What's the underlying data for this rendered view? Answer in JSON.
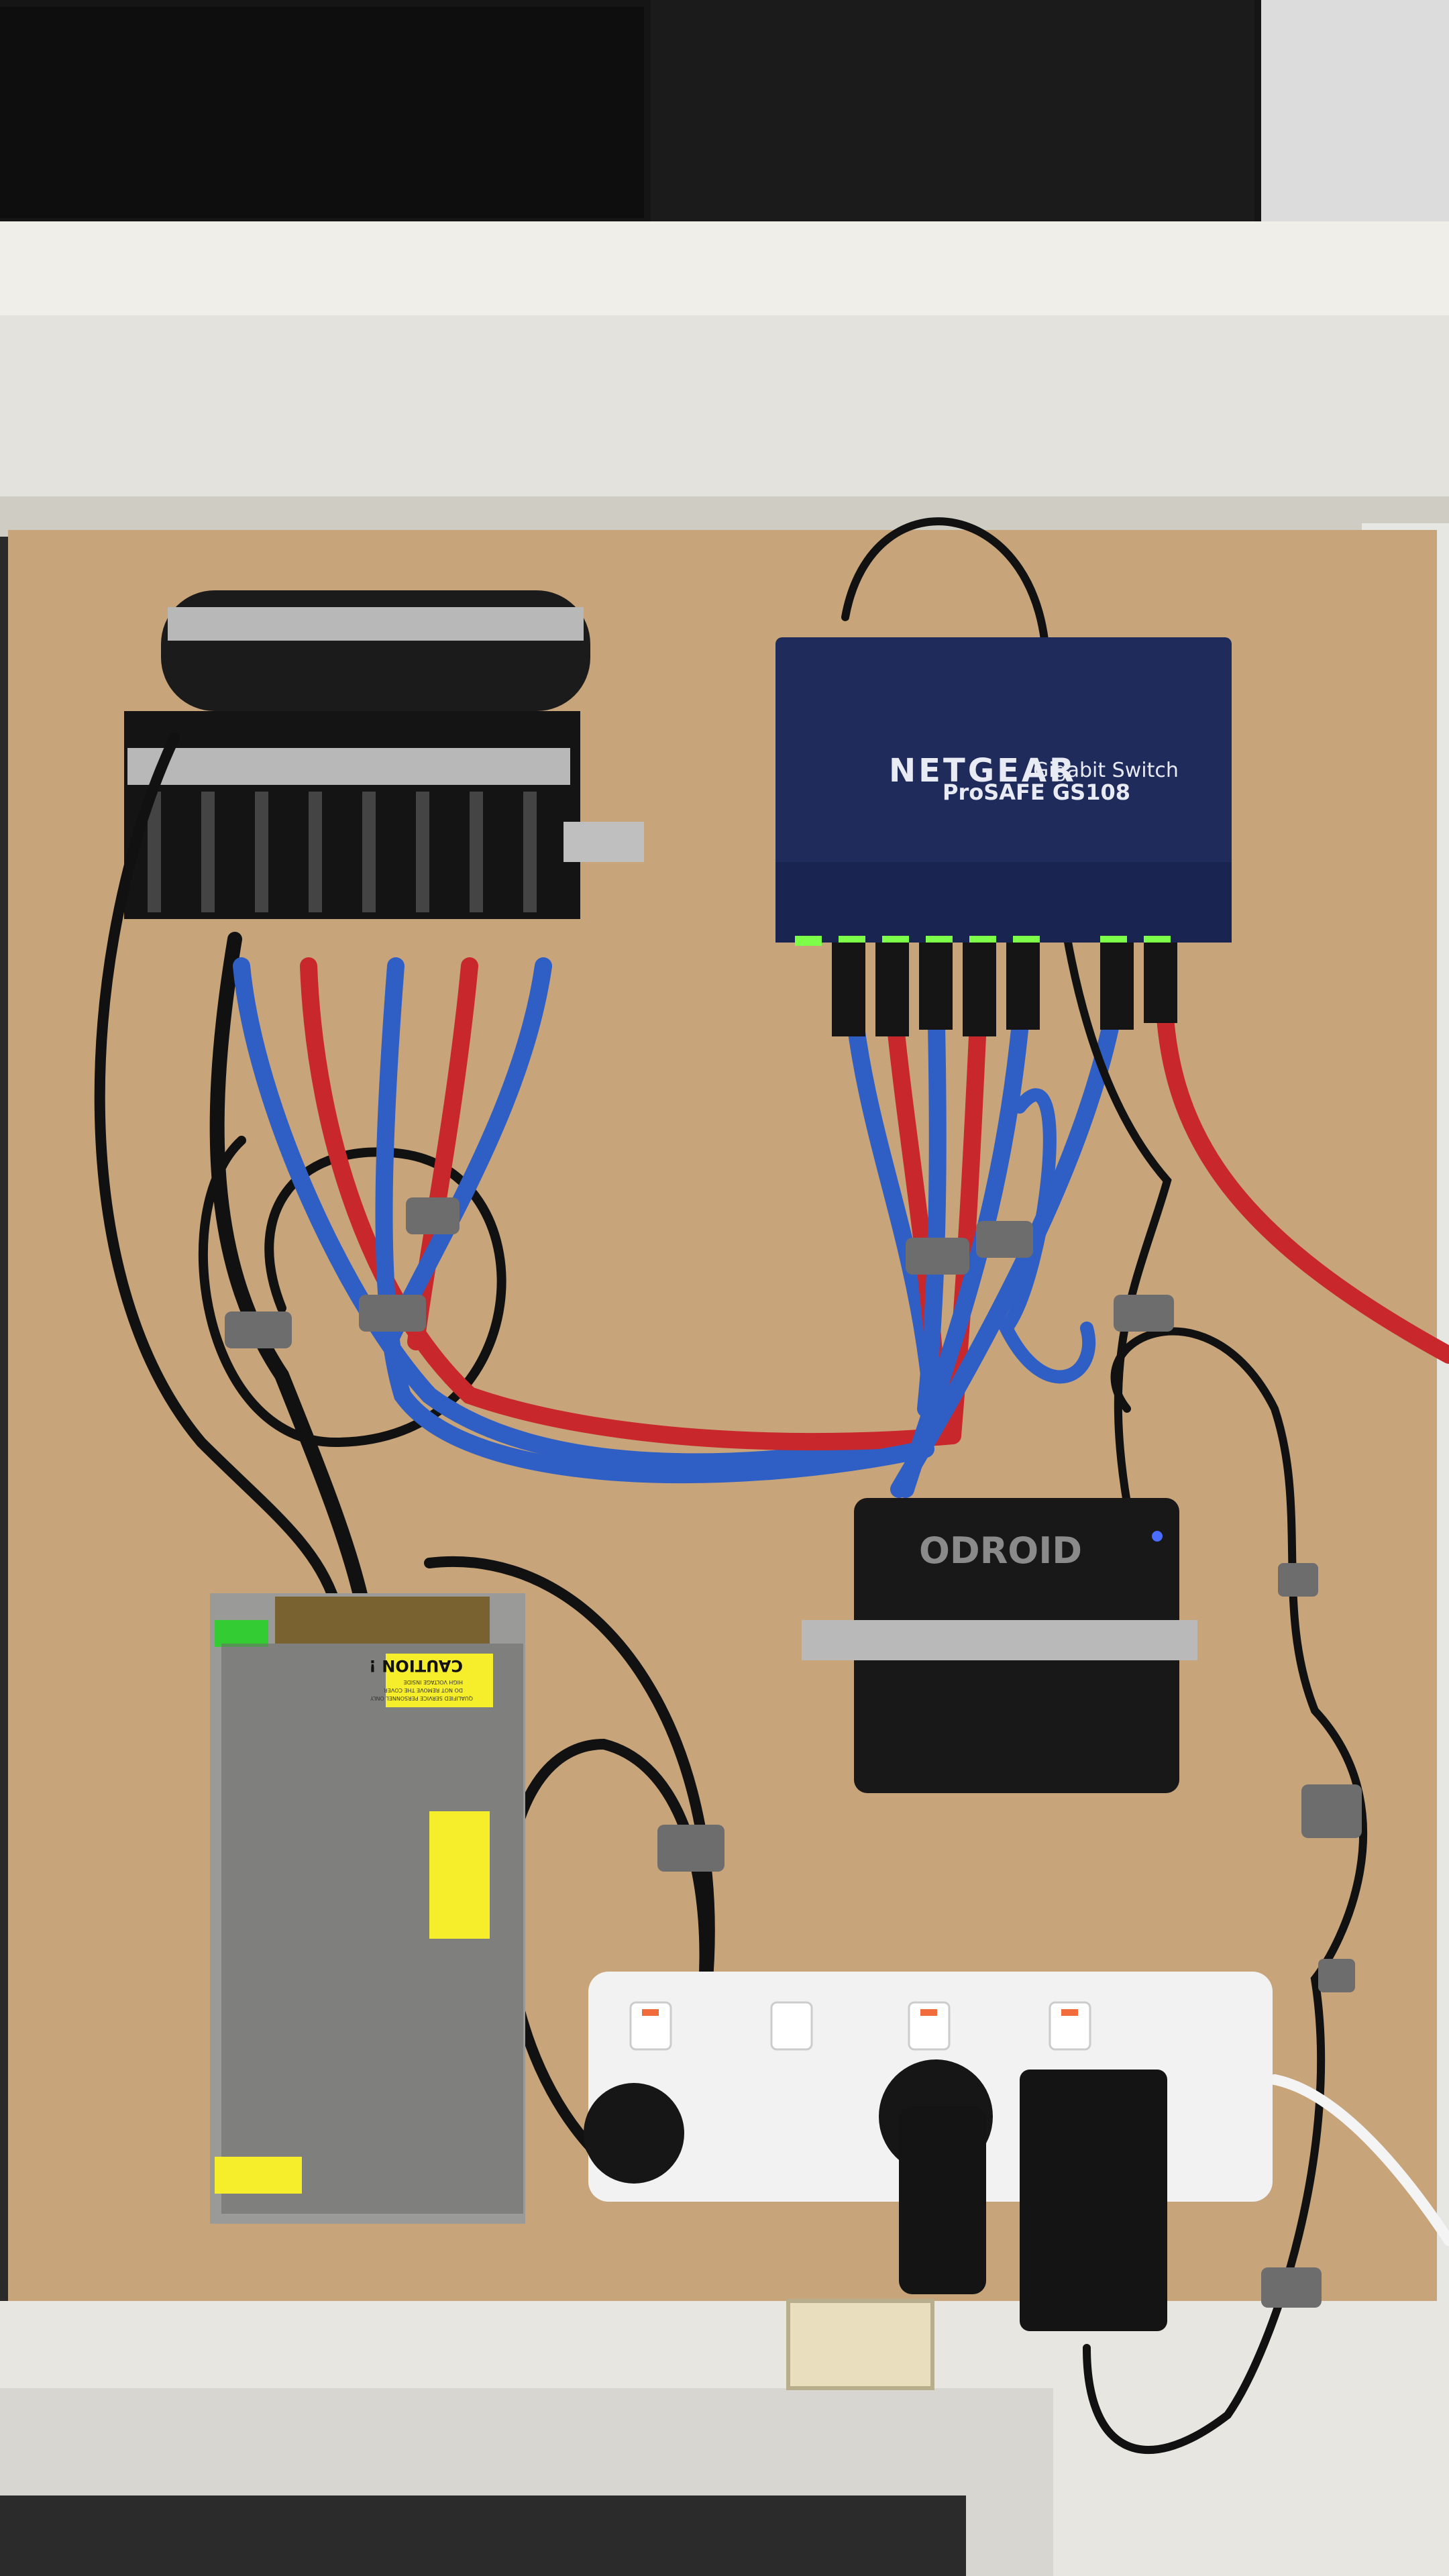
{
  "switch": {
    "brand": "NETGEAR",
    "type": "Gigabit Switch",
    "model": "ProSAFE GS108",
    "color": "#1f2b5a"
  },
  "sbc": {
    "brand": "ODROID"
  },
  "psu": {
    "warning": "CAUTION !",
    "warning_lines": [
      "HIGH VOLTAGE INSIDE",
      "DO NOT REMOVE THE COVER",
      "QUALIFIED SERVICE PERSONNEL ONLY"
    ]
  },
  "colors": {
    "board": "#c7a47a",
    "cable_blue": "#2f5fc4",
    "cable_red": "#c8282c",
    "cable_black": "#111111",
    "led_green": "#7dff4a"
  }
}
